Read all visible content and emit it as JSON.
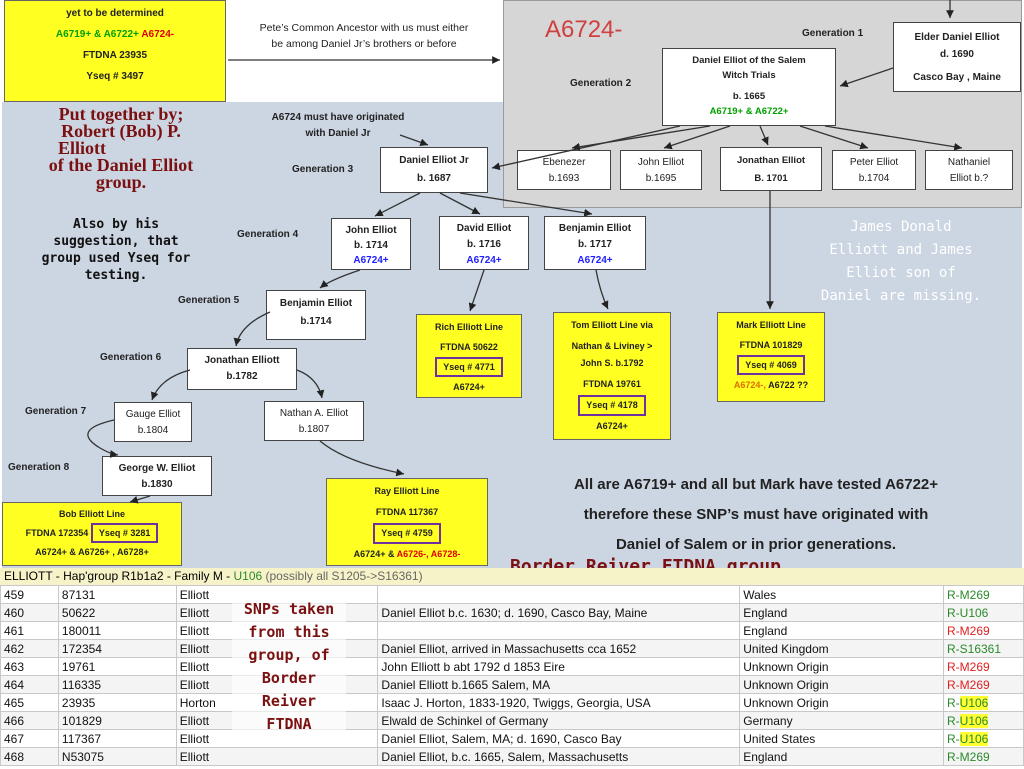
{
  "top_left_box": {
    "line1": "yet to be determined",
    "line2_green": "A6719+ & A6722+",
    "line2_red": " A6724-",
    "line3": "FTDNA  23935",
    "line4": "Yseq # 3497"
  },
  "ancestor_note": {
    "line1": "Pete’s Common Ancestor with us must either",
    "line2": "be among Daniel Jr’s brothers or before"
  },
  "big_label": "A6724-",
  "credits": {
    "title1": "Put together by;",
    "title2": "Robert (Bob) P.",
    "title3": "Elliott",
    "title4": "of the Daniel Elliot",
    "title5": "group.",
    "sub1": "Also by his",
    "sub2": "suggestion, that",
    "sub3": "group used Yseq for",
    "sub4": "testing."
  },
  "origin_note": {
    "line1": "A6724 must have originated",
    "line2": "with Daniel Jr"
  },
  "generations": {
    "g1": "Generation 1",
    "g2": "Generation 2",
    "g3": "Generation 3",
    "g4": "Generation 4",
    "g5": "Generation 5",
    "g6": "Generation 6",
    "g7": "Generation 7",
    "g8": "Generation 8"
  },
  "people": {
    "elder": {
      "name": "Elder Daniel Elliot",
      "l2": "d. 1690",
      "l3": "Casco Bay , Maine"
    },
    "salem": {
      "name": "Daniel Elliot  of the Salem",
      "l2": "Witch Trials",
      "l3": "b. 1665",
      "snp_green": "A6719+ & A6722+"
    },
    "jr": {
      "name": "Daniel Elliot Jr",
      "l2": "b. 1687"
    },
    "ebenezer": {
      "name": "Ebenezer",
      "l2": "b.1693"
    },
    "john95": {
      "name": "John Elliot",
      "l2": "b.1695"
    },
    "jonathan01": {
      "name": "Jonathan Elliot",
      "l2": "B. 1701"
    },
    "peter": {
      "name": "Peter Elliot",
      "l2": "b.1704"
    },
    "nathaniel": {
      "name": "Nathaniel",
      "l2": "Elliot b.?"
    },
    "john14": {
      "name": "John Elliot",
      "l2": "b. 1714",
      "snp": "A6724+"
    },
    "david": {
      "name": "David Elliot",
      "l2": "b. 1716",
      "snp": "A6724+"
    },
    "benjamin17": {
      "name": "Benjamin Elliot",
      "l2": "b. 1717",
      "snp": "A6724+"
    },
    "benjamin14": {
      "name": "Benjamin Elliot",
      "l2": "b.1714"
    },
    "jonathan82": {
      "name": "Jonathan Elliott",
      "l2": "b.1782"
    },
    "gauge": {
      "name": "Gauge Elliot",
      "l2": "b.1804"
    },
    "nathan": {
      "name": "Nathan A. Elliot",
      "l2": "b.1807"
    },
    "george": {
      "name": "George W. Elliot",
      "l2": "b.1830"
    }
  },
  "lines": {
    "rich": {
      "title": "Rich Elliott Line",
      "ftdna": "FTDNA  50622",
      "yseq": "Yseq # 4771",
      "snp": "A6724+"
    },
    "tom": {
      "title": "Tom Elliott Line via",
      "l2": "Nathan & Liviney >",
      "l3": "John S. b.1792",
      "ftdna": "FTDNA 19761",
      "yseq": "Yseq # 4178",
      "snp": "A6724+"
    },
    "mark": {
      "title": "Mark Elliott Line",
      "ftdna": "FTDNA 101829",
      "yseq": "Yseq #  4069",
      "snp_orange": "A6724-,",
      "snp_black": " A6722 ??"
    },
    "ray": {
      "title": "Ray Elliott Line",
      "ftdna": "FTDNA  117367",
      "yseq": "Yseq # 4759",
      "snp_black": "A6724+ & ",
      "snp_red": "A6726-, A6728-"
    },
    "bob": {
      "title": "Bob Elliott Line",
      "ftdna": "FTDNA  172354",
      "yseq": "Yseq # 3281",
      "snp": "A6724+ & A6726+ , A6728+"
    }
  },
  "missing_note": {
    "l1": "James Donald",
    "l2": "Elliott and James",
    "l3": "Elliot son of",
    "l4": "Daniel are missing."
  },
  "conclusion": {
    "l1": "All are A6719+ and all but Mark have tested A6722+",
    "l2": "therefore these SNP’s must have originated with",
    "l3": "Daniel of Salem or in prior generations."
  },
  "border_reiver": "Border Reiver FTDNA group.",
  "snps_note": {
    "l1": "SNPs taken",
    "l2": "from this",
    "l3": "group, of",
    "l4": "Border",
    "l5": "Reiver",
    "l6": "FTDNA"
  },
  "table": {
    "header_black": "ELLIOTT - Hap'group R1b1a2 - Family M - ",
    "header_green": "U106",
    "header_gray": " (possibly all S1205->S16361)",
    "rows": [
      {
        "n": "459",
        "kit": "87131",
        "surname": "Elliott",
        "ancestor": "",
        "country": "Wales",
        "hap_pre": "R-",
        "hap": "M269",
        "hapcolor": "g"
      },
      {
        "n": "460",
        "kit": "50622",
        "surname": "Elliott",
        "ancestor": "Daniel Elliot b.c. 1630; d. 1690, Casco Bay, Maine",
        "country": "England",
        "hap_pre": "R-",
        "hap": "U106",
        "hapcolor": "g"
      },
      {
        "n": "461",
        "kit": "180011",
        "surname": "Elliott",
        "ancestor": "",
        "country": "England",
        "hap_pre": "R-",
        "hap": "M269",
        "hapcolor": "r"
      },
      {
        "n": "462",
        "kit": "172354",
        "surname": "Elliott",
        "ancestor": "Daniel Elliot, arrived in Massachusetts cca 1652",
        "country": "United Kingdom",
        "hap_pre": "R-",
        "hap": "S16361",
        "hapcolor": "g"
      },
      {
        "n": "463",
        "kit": "19761",
        "surname": "Elliott",
        "ancestor": "John Elliott b abt 1792 d 1853 Eire",
        "country": "Unknown Origin",
        "hap_pre": "R-",
        "hap": "M269",
        "hapcolor": "r"
      },
      {
        "n": "464",
        "kit": "116335",
        "surname": "Elliott",
        "ancestor": "Daniel Elliott b.1665 Salem, MA",
        "country": "Unknown Origin",
        "hap_pre": "R-",
        "hap": "M269",
        "hapcolor": "r"
      },
      {
        "n": "465",
        "kit": "23935",
        "surname": "Horton",
        "ancestor": "Isaac J. Horton, 1833-1920, Twiggs, Georgia, USA",
        "country": "Unknown Origin",
        "hap_pre": "R-",
        "hap": "U106",
        "hapcolor": "y"
      },
      {
        "n": "466",
        "kit": "101829",
        "surname": "Elliott",
        "ancestor": "Elwald de Schinkel of Germany",
        "country": "Germany",
        "hap_pre": "R-",
        "hap": "U106",
        "hapcolor": "y"
      },
      {
        "n": "467",
        "kit": "117367",
        "surname": "Elliott",
        "ancestor": "Daniel Elliot, Salem, MA; d. 1690, Casco Bay",
        "country": "United States",
        "hap_pre": "R-",
        "hap": "U106",
        "hapcolor": "y"
      },
      {
        "n": "468",
        "kit": "N53075",
        "surname": "Elliott",
        "ancestor": "Daniel Elliot, b.c. 1665, Salem, Massachusetts",
        "country": "England",
        "hap_pre": "R-",
        "hap": "M269",
        "hapcolor": "g"
      }
    ]
  }
}
